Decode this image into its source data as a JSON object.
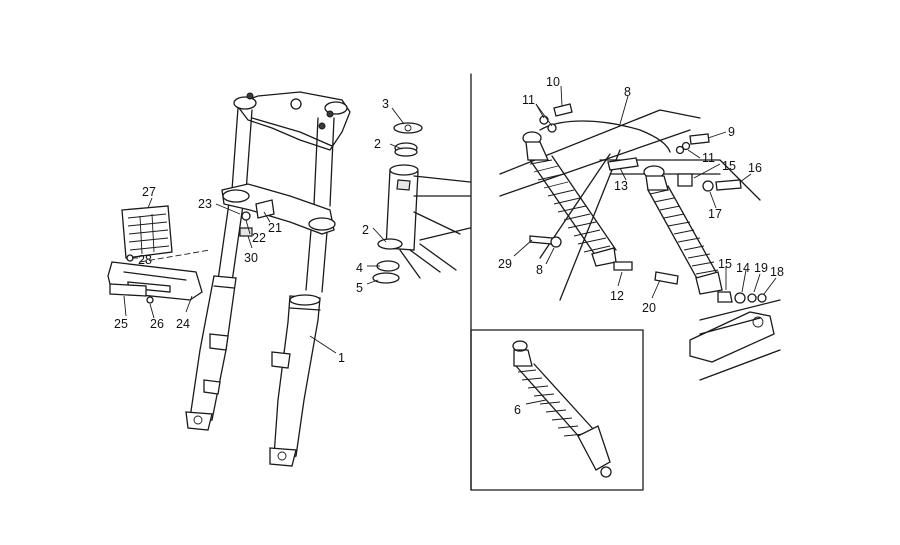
{
  "callouts": [
    {
      "id": "1",
      "text": "1"
    },
    {
      "id": "2a",
      "text": "2"
    },
    {
      "id": "2b",
      "text": "2"
    },
    {
      "id": "3",
      "text": "3"
    },
    {
      "id": "4",
      "text": "4"
    },
    {
      "id": "5",
      "text": "5"
    },
    {
      "id": "6",
      "text": "6"
    },
    {
      "id": "8a",
      "text": "8"
    },
    {
      "id": "8b",
      "text": "8"
    },
    {
      "id": "9",
      "text": "9"
    },
    {
      "id": "10",
      "text": "10"
    },
    {
      "id": "11a",
      "text": "11"
    },
    {
      "id": "11b",
      "text": "11"
    },
    {
      "id": "12",
      "text": "12"
    },
    {
      "id": "13",
      "text": "13"
    },
    {
      "id": "14",
      "text": "14"
    },
    {
      "id": "15a",
      "text": "15"
    },
    {
      "id": "15b",
      "text": "15"
    },
    {
      "id": "16",
      "text": "16"
    },
    {
      "id": "17",
      "text": "17"
    },
    {
      "id": "18",
      "text": "18"
    },
    {
      "id": "19",
      "text": "19"
    },
    {
      "id": "20",
      "text": "20"
    },
    {
      "id": "21",
      "text": "21"
    },
    {
      "id": "22",
      "text": "22"
    },
    {
      "id": "23",
      "text": "23"
    },
    {
      "id": "24",
      "text": "24"
    },
    {
      "id": "25",
      "text": "25"
    },
    {
      "id": "26",
      "text": "26"
    },
    {
      "id": "27",
      "text": "27"
    },
    {
      "id": "28",
      "text": "28"
    },
    {
      "id": "29",
      "text": "29"
    },
    {
      "id": "30",
      "text": "30"
    }
  ],
  "colors": {
    "line": "#1a1a1a",
    "background": "#ffffff"
  }
}
